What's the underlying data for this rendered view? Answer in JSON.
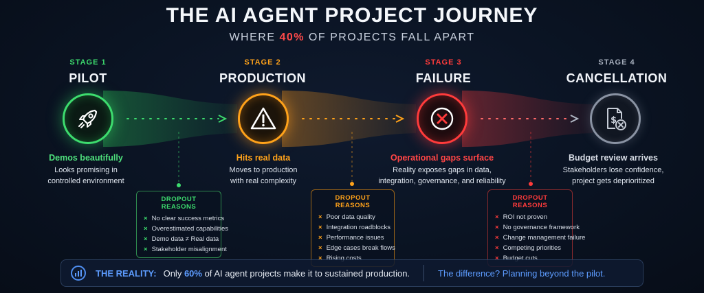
{
  "header": {
    "title": "THE AI AGENT PROJECT JOURNEY",
    "subtitle_pre": "WHERE ",
    "subtitle_highlight": "40%",
    "subtitle_post": " OF PROJECTS FALL APART"
  },
  "stages": [
    {
      "num": "STAGE 1",
      "name": "PILOT",
      "icon": "rocket-icon",
      "color": "#3ddc6e",
      "lead": "Demos beautifully",
      "line1": "Looks promising in",
      "line2": "controlled environment"
    },
    {
      "num": "STAGE 2",
      "name": "PRODUCTION",
      "icon": "warning-triangle-icon",
      "color": "#ffa21a",
      "lead": "Hits real data",
      "line1": "Moves to production",
      "line2": "with real complexity"
    },
    {
      "num": "STAGE 3",
      "name": "FAILURE",
      "icon": "x-circle-icon",
      "color": "#ff3b3b",
      "lead": "Operational gaps surface",
      "line1": "Reality exposes gaps in data,",
      "line2": "integration, governance, and reliability"
    },
    {
      "num": "STAGE 4",
      "name": "CANCELLATION",
      "icon": "cancelled-invoice-icon",
      "color": "#a7afbd",
      "lead": "Budget review arrives",
      "line1": "Stakeholders lose confidence,",
      "line2": "project gets deprioritized"
    }
  ],
  "dropouts": [
    {
      "heading": "DROPOUT REASONS",
      "color": "#3ddc6e",
      "items": [
        "No clear success metrics",
        "Overestimated capabilities",
        "Demo data ≠ Real data",
        "Stakeholder misalignment"
      ]
    },
    {
      "heading": "DROPOUT REASONS",
      "color": "#ffa21a",
      "items": [
        "Poor data quality",
        "Integration roadblocks",
        "Performance issues",
        "Edge cases break flows",
        "Rising costs"
      ]
    },
    {
      "heading": "DROPOUT REASONS",
      "color": "#ff3b3b",
      "items": [
        "ROI not proven",
        "No governance framework",
        "Change management failure",
        "Competing priorities",
        "Budget cuts"
      ]
    }
  ],
  "reality": {
    "icon": "bar-chart-icon",
    "label": "THE REALITY:",
    "text_pre": "Only ",
    "text_pct": "60%",
    "text_post": " of AI agent projects make it to sustained production.",
    "right": "The difference? Planning beyond the pilot."
  },
  "colors": {
    "green": "#3ddc6e",
    "orange": "#ffa21a",
    "red": "#ff3b3b",
    "gray": "#8a93a3",
    "blue": "#5d9cff"
  }
}
